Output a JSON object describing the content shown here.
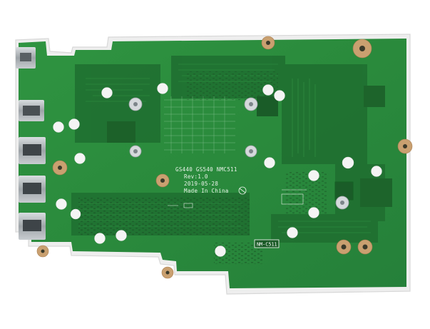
{
  "photo": {
    "subject": "laptop motherboard, bottom side",
    "colors": {
      "background": "#ffffff",
      "board_green": "#2a8a3c",
      "board_dark": "#1f6e30",
      "pad_gold": "#c9a070",
      "hole_white": "#f4f4f4",
      "connector_metal": "#b9bfc3"
    }
  },
  "silkscreen": {
    "model_line": "GS440 GS540 NMC511",
    "revision": "Rev:1.0",
    "date": "2019-05-28",
    "origin": "Made In China",
    "box_label": "NM-C511"
  }
}
